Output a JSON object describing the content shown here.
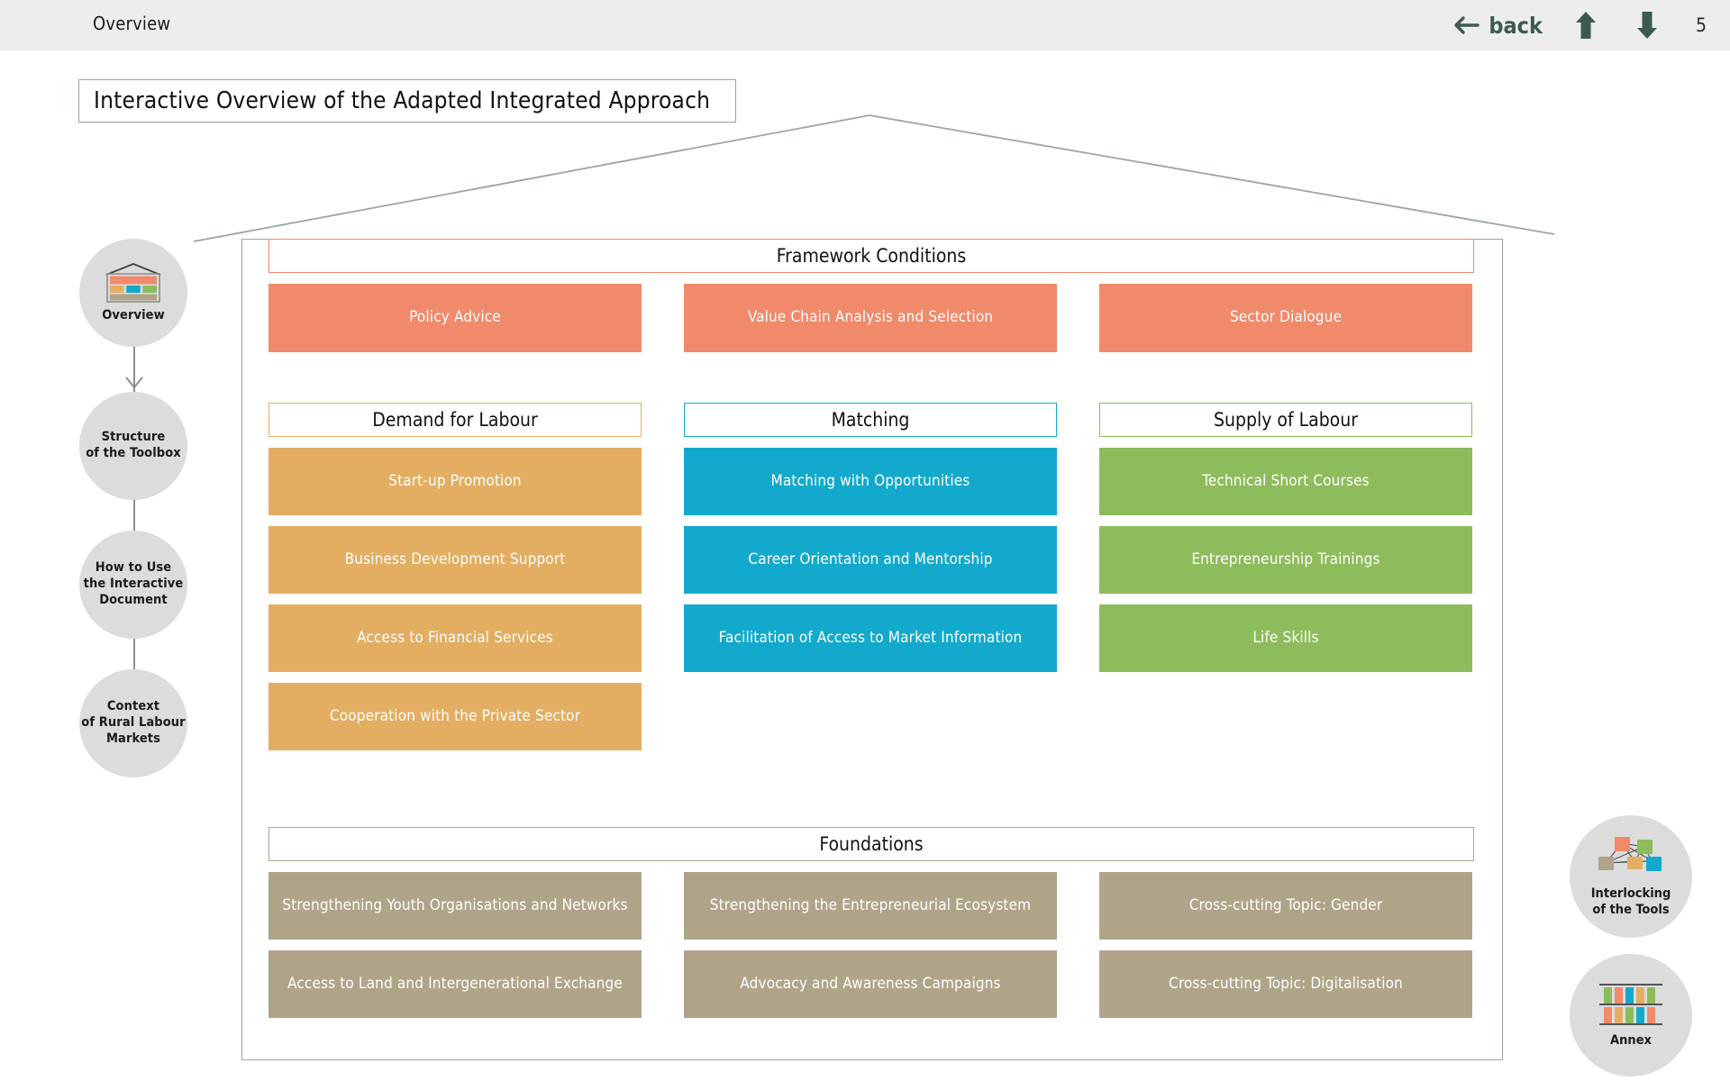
{
  "topbar": {
    "section_label": "Overview",
    "back_label": "back",
    "back_icon": "arrow-left-icon",
    "up_icon": "arrow-up-icon",
    "down_icon": "arrow-down-icon",
    "page_number": "5"
  },
  "page_title": "Interactive Overview of the Adapted Integrated Approach",
  "sidebar": {
    "items": [
      {
        "label": "Overview",
        "icon": "house-diagram-icon",
        "has_icon": true
      },
      {
        "label": "Structure\nof the Toolbox",
        "icon": null,
        "has_icon": false
      },
      {
        "label": "How to Use\nthe Interactive\nDocument",
        "icon": null,
        "has_icon": false
      },
      {
        "label": "Context\nof Rural Labour\nMarkets",
        "icon": null,
        "has_icon": false
      }
    ]
  },
  "diagram": {
    "framework": {
      "header": "Framework Conditions",
      "color": "#F08A6B",
      "tiles": [
        "Policy Advice",
        "Value Chain Analysis and Selection",
        "Sector Dialogue"
      ]
    },
    "columns": [
      {
        "header": "Demand for Labour",
        "color": "#E3AE62",
        "tiles": [
          "Start-up Promotion",
          "Business Development Support",
          "Access to Financial Services",
          "Cooperation with the Private Sector"
        ]
      },
      {
        "header": "Matching",
        "color": "#13A9CC",
        "tiles": [
          "Matching with Opportunities",
          "Career Orientation and Mentorship",
          "Facilitation of Access to Market Information"
        ]
      },
      {
        "header": "Supply of Labour",
        "color": "#8DBC5C",
        "tiles": [
          "Technical Short Courses",
          "Entrepreneurship Trainings",
          "Life Skills"
        ]
      }
    ],
    "foundations": {
      "header": "Foundations",
      "color": "#B0A488",
      "tiles_row1": [
        "Strengthening Youth Organisations and Networks",
        "Strengthening the Entrepreneurial Ecosystem",
        "Cross-cutting Topic: Gender"
      ],
      "tiles_row2": [
        "Access to Land and Intergenerational Exchange",
        "Advocacy and Awareness Campaigns",
        "Cross-cutting Topic: Digitalisation"
      ]
    }
  },
  "rightnav": {
    "items": [
      {
        "label": "Interlocking\nof the Tools",
        "icon": "network-nodes-icon"
      },
      {
        "label": "Annex",
        "icon": "bookshelf-icon"
      }
    ]
  },
  "colors": {
    "salmon": "#F08A6B",
    "orange": "#E3AE62",
    "cyan": "#13A9CC",
    "green": "#8DBC5C",
    "taupe": "#B0A488",
    "topbar_bg": "#EDEDED",
    "circle_bg": "#DCDCDC",
    "arrow_green": "#3D5A50",
    "frame_line": "#9AA5A3"
  }
}
